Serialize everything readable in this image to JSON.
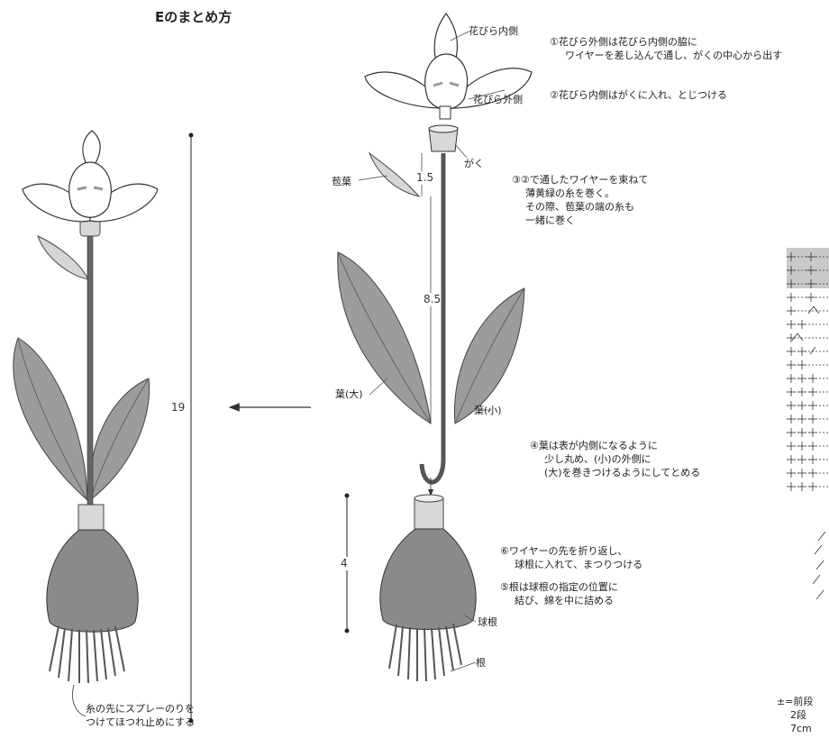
{
  "title": "Eのまとめ方",
  "labels": {
    "petal_inner": "花びら内側",
    "petal_outer": "花びら外側",
    "calyx": "がく",
    "bract": "苞葉",
    "leaf_large": "葉(大)",
    "leaf_small": "葉(小)",
    "bulb": "球根",
    "root": "根"
  },
  "dimensions": {
    "total": "19",
    "bract_gap": "1.5",
    "leaf_gap": "8.5",
    "bulb_height": "4"
  },
  "steps": [
    {
      "lines": [
        "①花びら外側は花びら内側の脇に",
        "ワイヤーを差し込んで通し、がくの中心から出す"
      ]
    },
    {
      "lines": [
        "②花びら内側はがくに入れ、とじつける"
      ]
    },
    {
      "lines": [
        "③②で通したワイヤーを束ねて",
        "薄黄緑の糸を巻く。",
        "その際、苞葉の端の糸も",
        "一緒に巻く"
      ]
    },
    {
      "lines": [
        "④葉は表が内側になるように",
        "少し丸め、(小)の外側に",
        "(大)を巻きつけるようにしてとめる"
      ]
    },
    {
      "lines": [
        "⑥ワイヤーの先を折り返し、",
        "球根に入れて、まつりつける"
      ]
    },
    {
      "lines": [
        "⑤根は球根の指定の位置に",
        "結び、綿を中に詰める"
      ]
    }
  ],
  "spray_note": [
    "糸の先にスプレーのりを",
    "つけてほつれ止めにする"
  ],
  "legend": {
    "symbol_line": "±=前段",
    "line2": "2段",
    "line3": "7cm"
  },
  "colors": {
    "leaf": "#9c9c9c",
    "bulb": "#8a8a8a",
    "stem": "#666666",
    "neck": "#d8d8d8",
    "chart_band": "#c9c9c9"
  }
}
